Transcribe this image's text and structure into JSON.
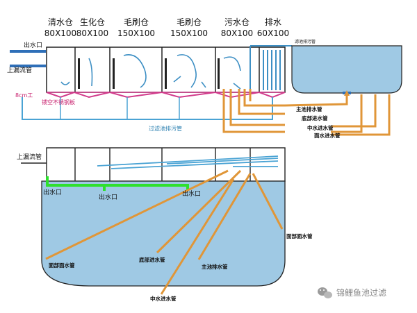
{
  "compartments": [
    {
      "name": "清水仓",
      "size": "80X100"
    },
    {
      "name": "生化仓",
      "size": "80X100"
    },
    {
      "name": "毛刷仓",
      "size": "150X100"
    },
    {
      "name": "毛刷仓",
      "size": "150X100"
    },
    {
      "name": "污水仓",
      "size": "80X100"
    },
    {
      "name": "排水",
      "size": "60X100"
    }
  ],
  "top_labels": {
    "outlet": "出水口",
    "overflow": "上漏流管",
    "height_mark": "8cm工",
    "plate": "镂空不锈钢板",
    "filter_drain": "过滤池排污管",
    "tank_drain": "滤池排污管",
    "main_drain": "主池排水管",
    "bottom_inlet": "底部进水管",
    "middle_inlet": "中水进水管",
    "surface_inlet": "面水进水管"
  },
  "bottom_labels": {
    "overflow": "上漏流管",
    "outlet_1": "出水口",
    "outlet_2": "出水口",
    "outlet_3": "出水口",
    "surface_right": "面部面水管",
    "surface_left": "面部面水管",
    "bottom_inlet": "底部进水管",
    "main_drain": "主池排水管",
    "middle_inlet": "中水进水管"
  },
  "watermark": "锦鲤鱼池过滤",
  "colors": {
    "water": "#9fc9e4",
    "pipe_orange": "#e09638",
    "pipe_blue": "#4aa3d4",
    "outlet_green": "#2ee02e",
    "plate_pink": "#d23b8c",
    "wall": "#222222"
  }
}
